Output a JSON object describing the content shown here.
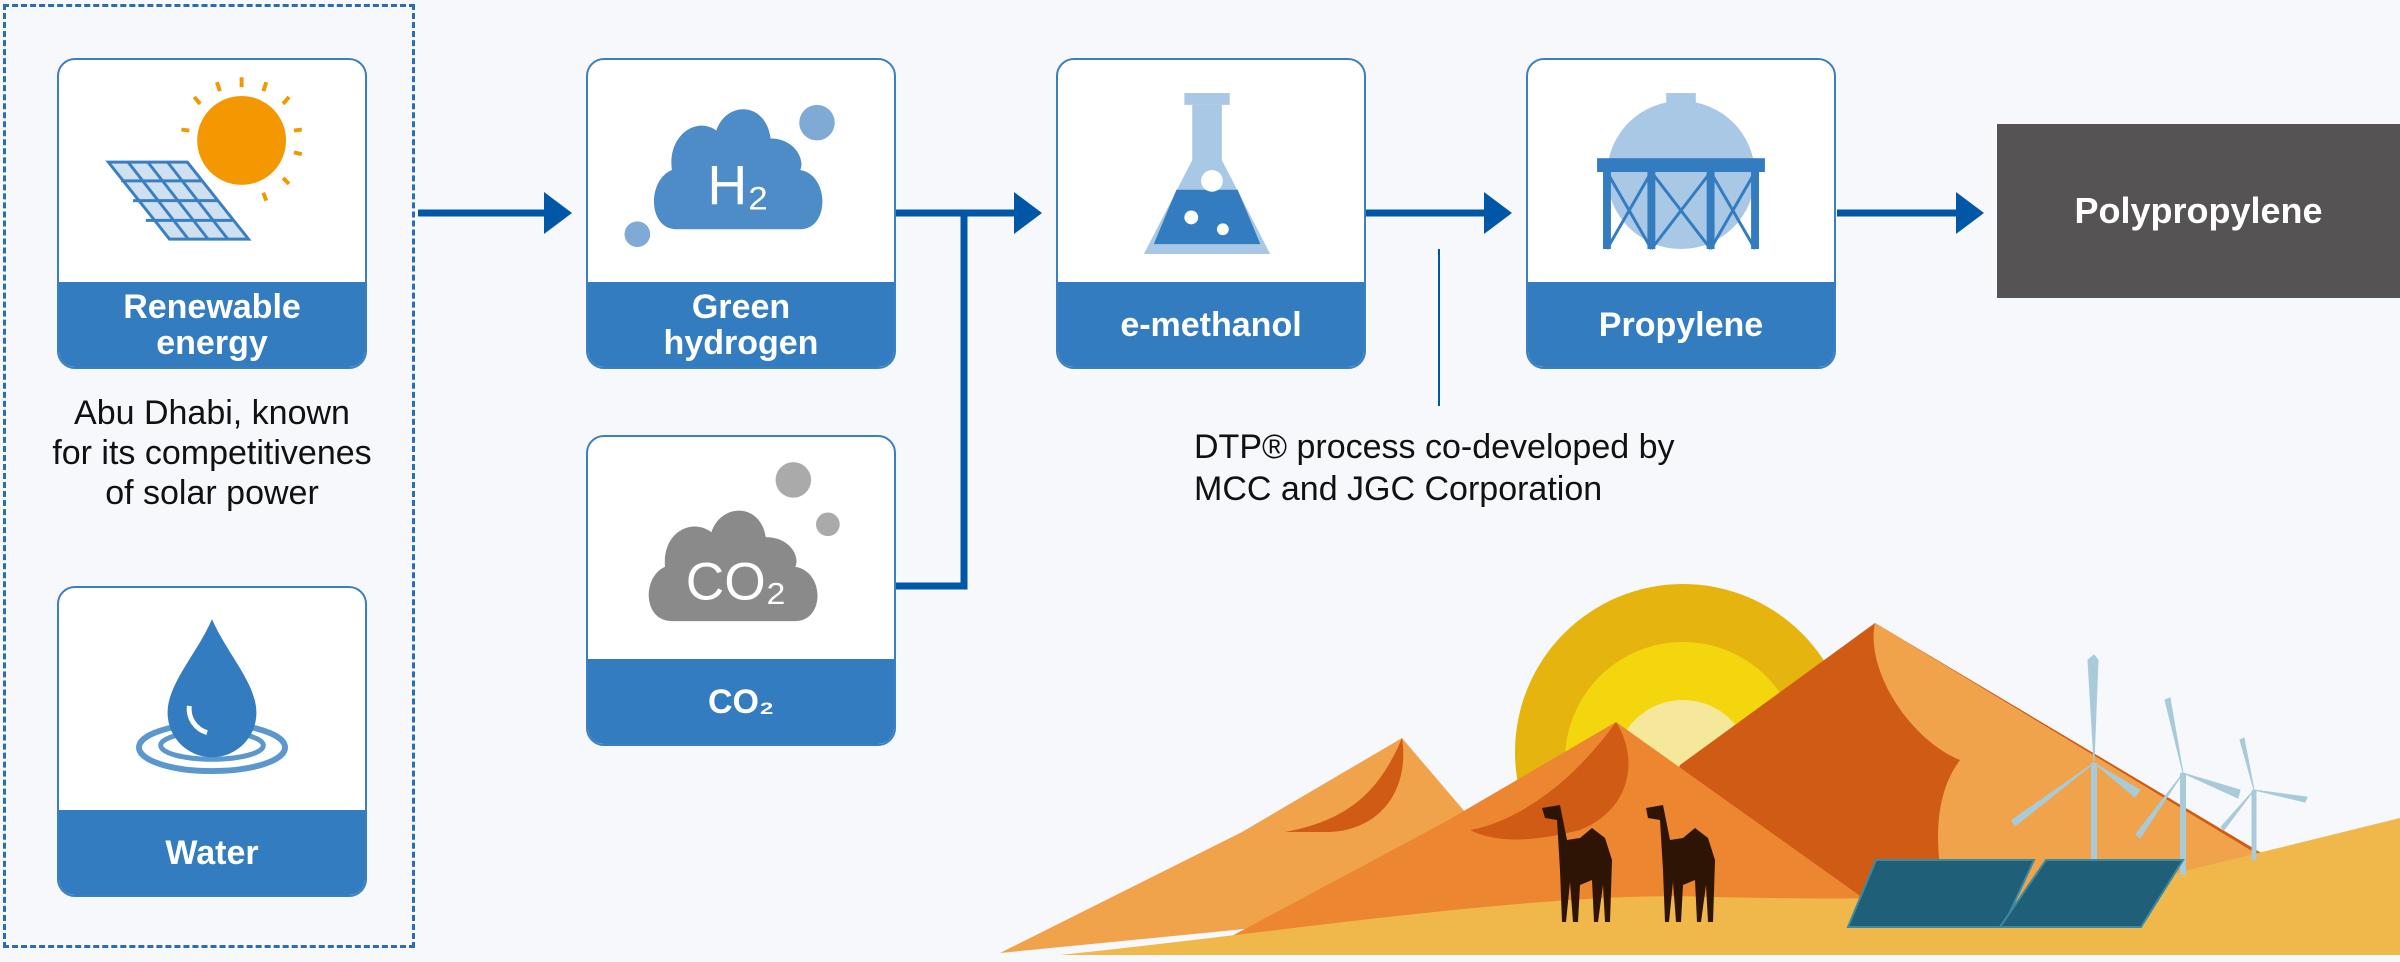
{
  "inputs": {
    "renewable": {
      "label": "Renewable\nenergy",
      "note": "Abu Dhabi, known\nfor its competitivenes\nof solar power"
    },
    "water": {
      "label": "Water"
    },
    "co2": {
      "label": "CO₂",
      "icon_text": "CO₂"
    }
  },
  "process": {
    "green_hydrogen": {
      "label": "Green\nhydrogen",
      "icon_text": "H₂"
    },
    "e_methanol": {
      "label": "e-methanol"
    },
    "propylene": {
      "label": "Propylene"
    },
    "polypropylene": {
      "label": "Polypropylene"
    }
  },
  "annotation": {
    "line1": "DTP® process co-developed by",
    "line2": "MCC and JGC Corporation"
  },
  "colors": {
    "band": "#337cc0",
    "arrow": "#0057a8",
    "product": "#555353",
    "background": "#f6f8fc"
  }
}
